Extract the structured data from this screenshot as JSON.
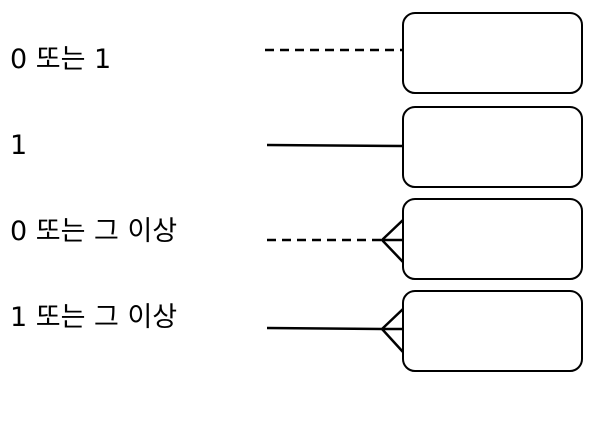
{
  "rows": [
    {
      "label": "0 또는 1",
      "line": "dashed",
      "end": "single"
    },
    {
      "label": "1",
      "line": "solid",
      "end": "single"
    },
    {
      "label": "0 또는 그 이상",
      "line": "dashed",
      "end": "crowfoot"
    },
    {
      "label": "1 또는 그 이상",
      "line": "solid",
      "end": "crowfoot"
    }
  ],
  "colors": {
    "stroke": "#000000",
    "background": "#ffffff"
  }
}
